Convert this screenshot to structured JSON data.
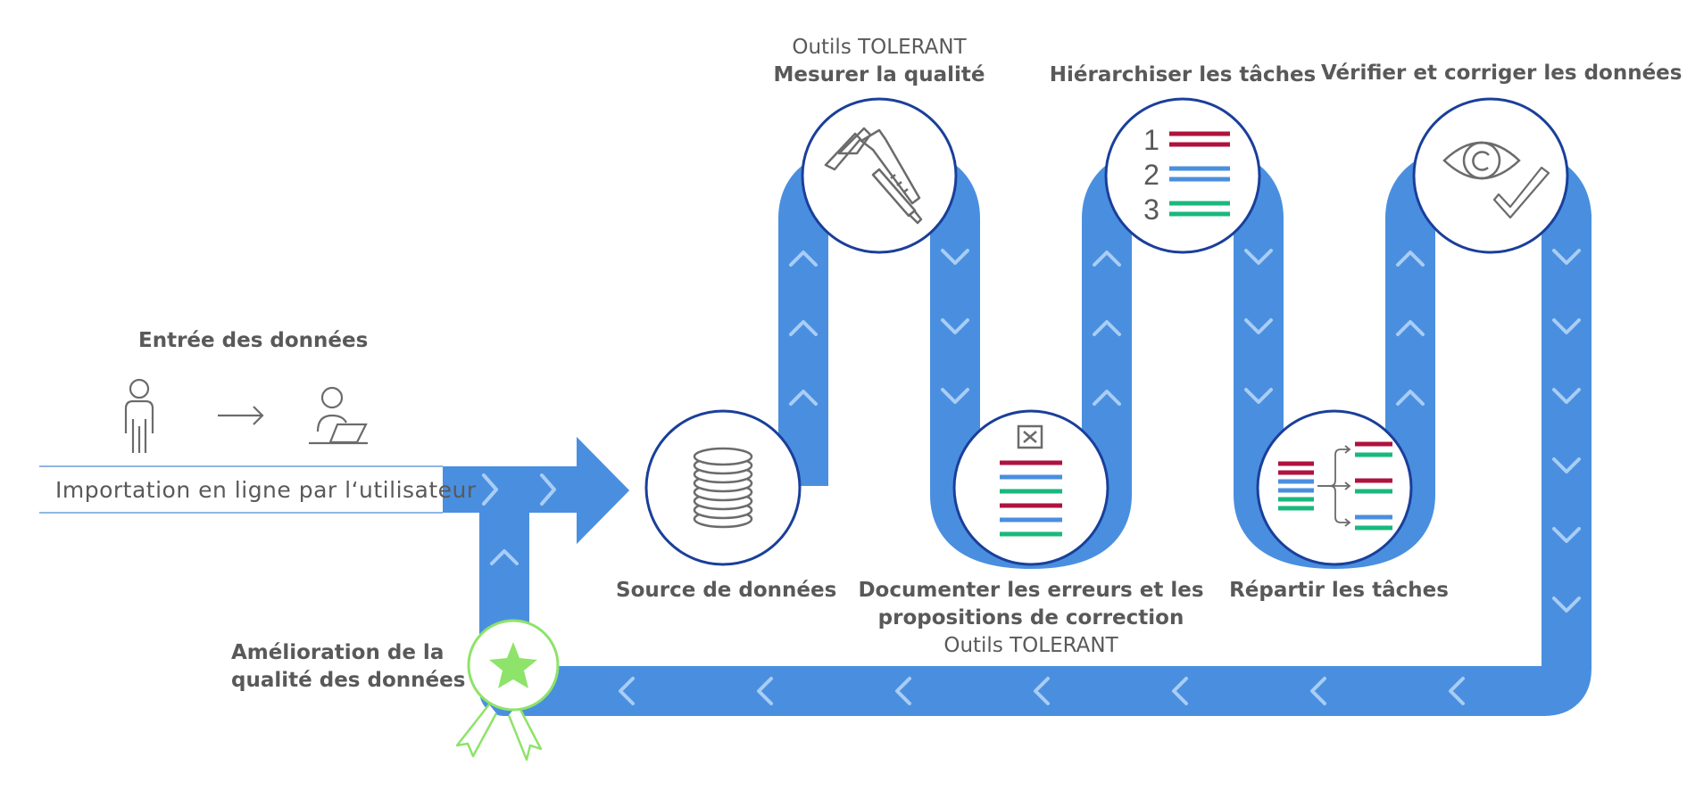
{
  "entry": {
    "title": "Entrée des données",
    "import_label": "Importation en ligne par l‘utilisateur"
  },
  "steps": {
    "source": "Source de données",
    "measure_tool": "Outils TOLERANT",
    "measure": "Mesurer la qualité",
    "document_line1": "Documenter les erreurs et les",
    "document_line2": "propositions de correction",
    "document_tool": "Outils TOLERANT",
    "prioritize": "Hiérarchiser les tâches",
    "distribute": "Répartir les tâches",
    "verify": "Vérifier et corriger les données",
    "improvement_line1": "Amélioration de la",
    "improvement_line2": "qualité des données"
  },
  "list_numbers": [
    "1",
    "2",
    "3"
  ],
  "colors": {
    "path_blue": "#4a8fdf",
    "circle_border": "#1a3f9a",
    "chevron": "#a9cdf5",
    "crimson": "#b0123f",
    "list_blue": "#4a8fdf",
    "green": "#1ab87c",
    "award_green": "#8ee36a",
    "text_gray": "#595959",
    "icon_gray": "#6b6b6b"
  },
  "icons": [
    "person-icon",
    "arrow-right-icon",
    "user-laptop-icon",
    "database-icon",
    "caliper-icon",
    "document-list-icon",
    "close-box-icon",
    "numbered-list-icon",
    "distribute-tasks-icon",
    "eye-icon",
    "checkmark-icon",
    "award-star-icon"
  ]
}
